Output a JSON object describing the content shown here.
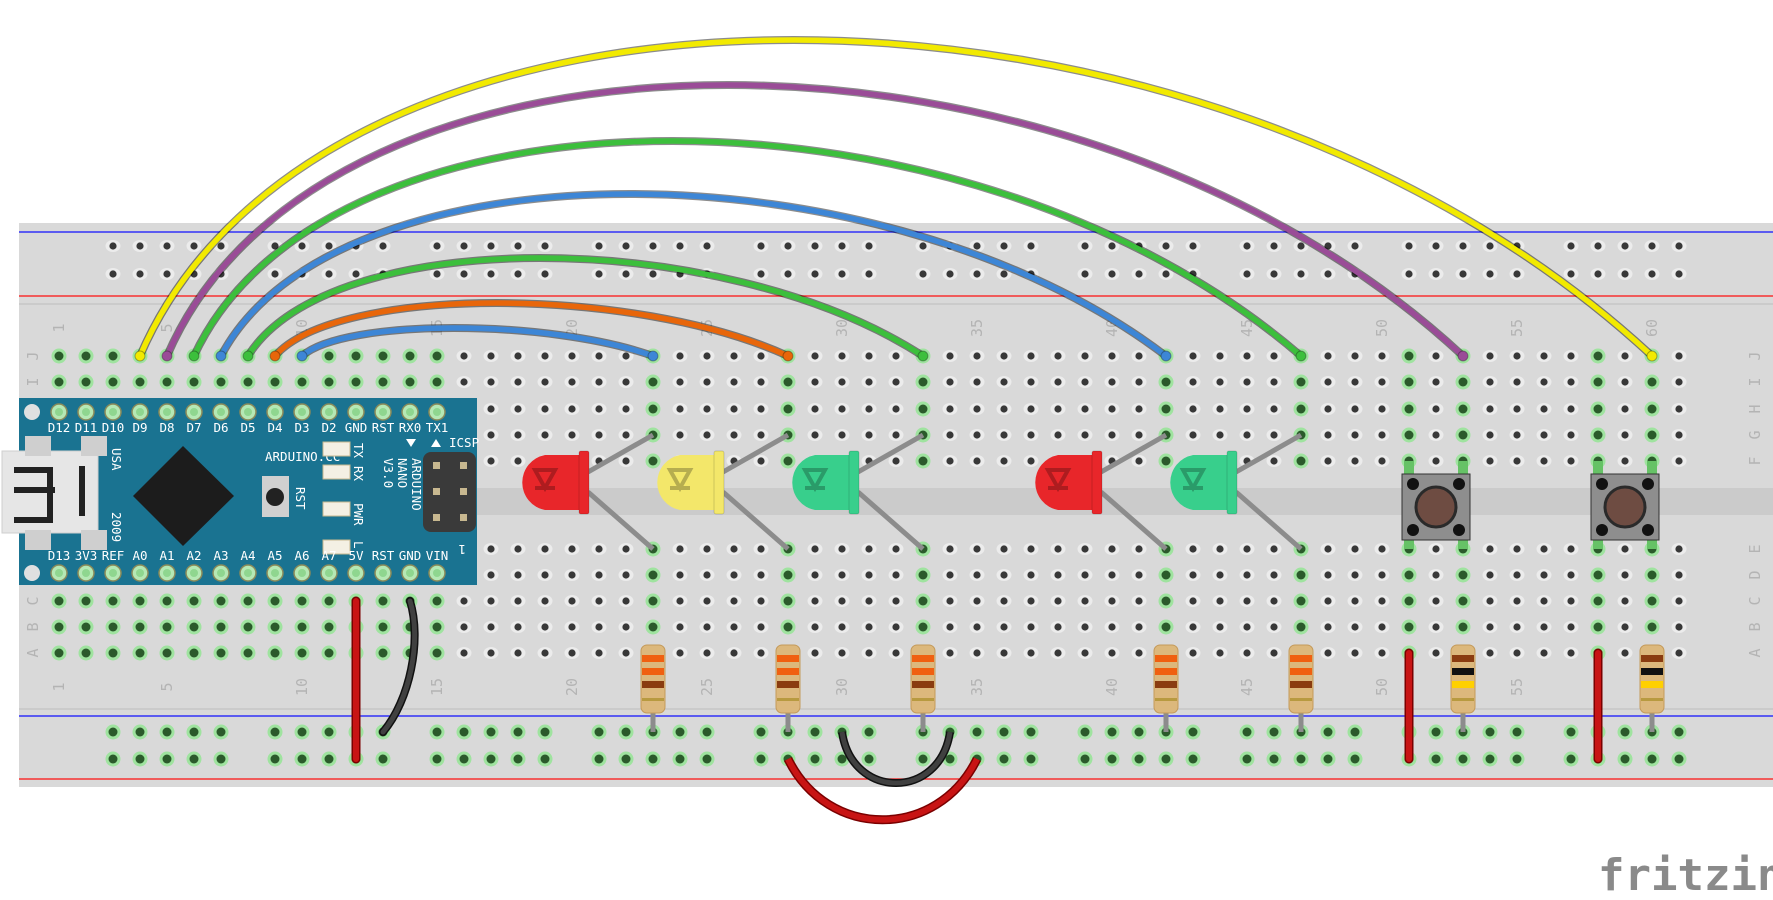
{
  "app": {
    "logo": "fritzing"
  },
  "breadboard": {
    "columns": 61,
    "column_numbers": [
      "1",
      "5",
      "10",
      "15",
      "20",
      "25",
      "30",
      "35",
      "40",
      "45",
      "50",
      "55",
      "60"
    ],
    "row_letters_top": [
      "J",
      "I",
      "H",
      "G",
      "F"
    ],
    "row_letters_bottom": [
      "E",
      "D",
      "C",
      "B",
      "A"
    ],
    "colors": {
      "board": "#d9d9d9",
      "channel": "#cbcbcb",
      "rail_blue": "#1010ff",
      "rail_red": "#ff1010",
      "hole_connected": "#9fe39f"
    }
  },
  "arduino": {
    "top_pins": [
      "D12",
      "D11",
      "D10",
      "D9",
      "D8",
      "D7",
      "D6",
      "D5",
      "D4",
      "D3",
      "D2",
      "GND",
      "RST",
      "RX0",
      "TX1"
    ],
    "bottom_pins": [
      "D13",
      "3V3",
      "REF",
      "A0",
      "A1",
      "A2",
      "A3",
      "A4",
      "A5",
      "A6",
      "A7",
      "5V",
      "RST",
      "GND",
      "VIN"
    ],
    "site": "ARDUINO.CC",
    "model_line1": "ARDUINO",
    "model_line2": "NANO",
    "model_line3": "V3.0",
    "country": "USA",
    "year": "2009",
    "reset_label": "RST",
    "icsp_label": "ICSP",
    "icsp_pin1": "1",
    "led_labels": [
      "TX",
      "RX",
      "PWR",
      "L"
    ],
    "board_color": "#1a7391"
  },
  "wires": [
    {
      "color": "#f2ea00",
      "from_col": 4,
      "to_col": 60
    },
    {
      "color": "#9a4c97",
      "from_col": 5,
      "to_col": 53
    },
    {
      "color": "#3cbf3c",
      "from_col": 6,
      "to_col": 47
    },
    {
      "color": "#3d86d6",
      "from_col": 7,
      "to_col": 42
    },
    {
      "color": "#3cbf3c",
      "from_col": 8,
      "to_col": 33
    },
    {
      "color": "#e8660a",
      "from_col": 9,
      "to_col": 28
    },
    {
      "color": "#3d86d6",
      "from_col": 10,
      "to_col": 23
    }
  ],
  "leds": [
    {
      "color": "#e8262a",
      "col": 23
    },
    {
      "color": "#f3e76a",
      "col": 28
    },
    {
      "color": "#38cf8c",
      "col": 33
    },
    {
      "color": "#e8262a",
      "col": 42
    },
    {
      "color": "#38cf8c",
      "col": 47
    }
  ],
  "resistors": [
    {
      "col": 23,
      "bands": [
        "#f06010",
        "#f06010",
        "#8a3c10"
      ]
    },
    {
      "col": 28,
      "bands": [
        "#f06010",
        "#f06010",
        "#8a3c10"
      ]
    },
    {
      "col": 33,
      "bands": [
        "#f06010",
        "#f06010",
        "#8a3c10"
      ]
    },
    {
      "col": 42,
      "bands": [
        "#f06010",
        "#f06010",
        "#8a3c10"
      ]
    },
    {
      "col": 47,
      "bands": [
        "#f06010",
        "#f06010",
        "#8a3c10"
      ]
    },
    {
      "col": 53,
      "bands": [
        "#8a3c10",
        "#111111",
        "#ffd000"
      ]
    },
    {
      "col": 60,
      "bands": [
        "#8a3c10",
        "#111111",
        "#ffd000"
      ]
    }
  ],
  "buttons": [
    {
      "left_col": 51,
      "right_col": 53
    },
    {
      "left_col": 58,
      "right_col": 60
    }
  ]
}
